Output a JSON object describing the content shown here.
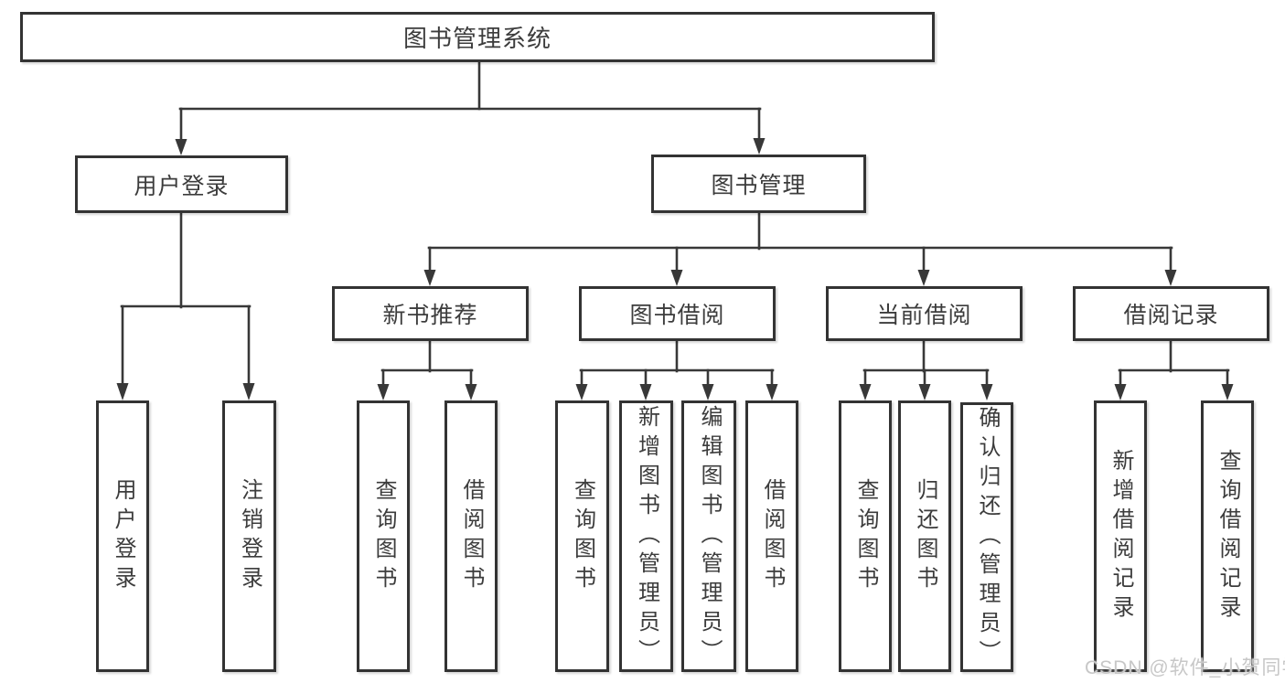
{
  "tree": {
    "root": {
      "label": "图书管理系统",
      "children": [
        {
          "label": "用户登录",
          "children": [
            {
              "label": "用户登录"
            },
            {
              "label": "注销登录"
            }
          ]
        },
        {
          "label": "图书管理",
          "children": [
            {
              "label": "新书推荐",
              "children": [
                {
                  "label": "查询图书"
                },
                {
                  "label": "借阅图书"
                }
              ]
            },
            {
              "label": "图书借阅",
              "children": [
                {
                  "label": "查询图书"
                },
                {
                  "label": "新增图书（管理员）"
                },
                {
                  "label": "编辑图书（管理员）"
                },
                {
                  "label": "借阅图书"
                }
              ]
            },
            {
              "label": "当前借阅",
              "children": [
                {
                  "label": "查询图书"
                },
                {
                  "label": "归还图书"
                },
                {
                  "label": "确认归还（管理员）"
                }
              ]
            },
            {
              "label": "借阅记录",
              "children": [
                {
                  "label": "新增借阅记录"
                },
                {
                  "label": "查询借阅记录"
                }
              ]
            }
          ]
        }
      ]
    }
  },
  "watermark": {
    "text": "CSDN @软件_小贺同学"
  },
  "colors": {
    "line": "#383838",
    "border": "#333333",
    "text": "#3c3c3c",
    "watermark": "#c7c7c7",
    "background": "#ffffff"
  }
}
